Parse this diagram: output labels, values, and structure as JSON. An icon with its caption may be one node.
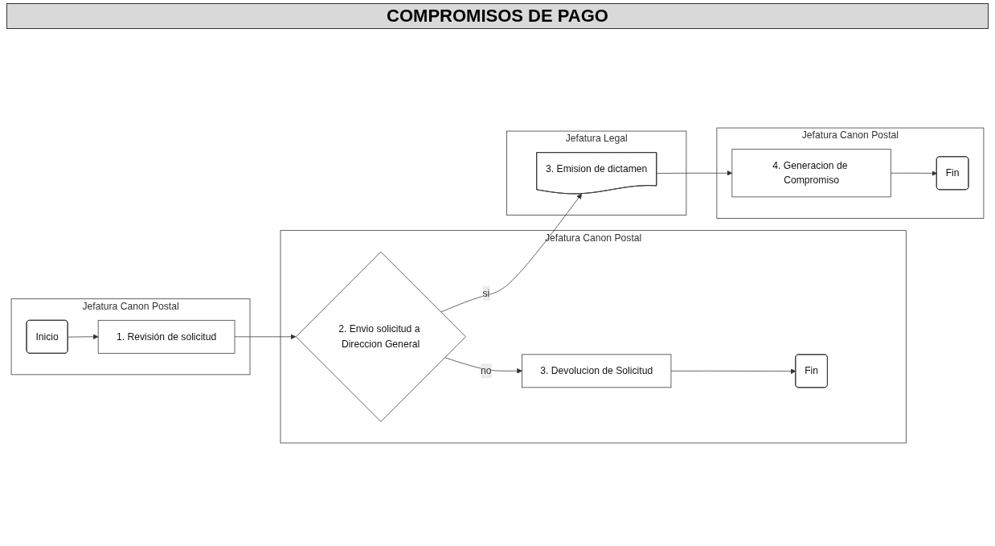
{
  "diagram": {
    "title": "COMPROMISOS DE PAGO",
    "nodes": [
      {
        "text": [
          "Jefatura Canon Postal"
        ]
      },
      {
        "text": [
          "Inicio"
        ],
        "in": 0
      },
      {
        "text": [
          "1. Revisión de solicitud"
        ],
        "in": 0
      },
      {
        "text": [
          "Jefatura Canon Postal"
        ]
      },
      {
        "text": [
          "2. Envio solicitud a Direccion General"
        ],
        "in": 3
      },
      {
        "text": [
          "3. Devolucion de Solicitud"
        ],
        "in": 3
      },
      {
        "text": [
          "Fin"
        ],
        "in": 3
      },
      {
        "text": [
          "Jefatura Legal"
        ]
      },
      {
        "text": [
          "3. Emision de dictamen"
        ],
        "in": 7
      },
      {
        "text": [
          "Jefatura Canon Postal"
        ]
      },
      {
        "text": [
          "4. Generacion de Compromiso"
        ],
        "in": 9
      },
      {
        "text": [
          "Fin"
        ],
        "in": 9
      }
    ],
    "edges": [
      {
        "from": 1,
        "to": 2,
        "arrow": "to"
      },
      {
        "from": 2,
        "to": 4,
        "arrow": "to"
      },
      {
        "from": 4,
        "to": 8,
        "arrow": "to",
        "label": "si"
      },
      {
        "from": 4,
        "to": 5,
        "arrow": "to",
        "label": "no"
      },
      {
        "from": 5,
        "to": 6,
        "arrow": "to"
      },
      {
        "from": 8,
        "to": 10,
        "arrow": "to"
      },
      {
        "from": 10,
        "to": 11,
        "arrow": "to"
      }
    ]
  }
}
